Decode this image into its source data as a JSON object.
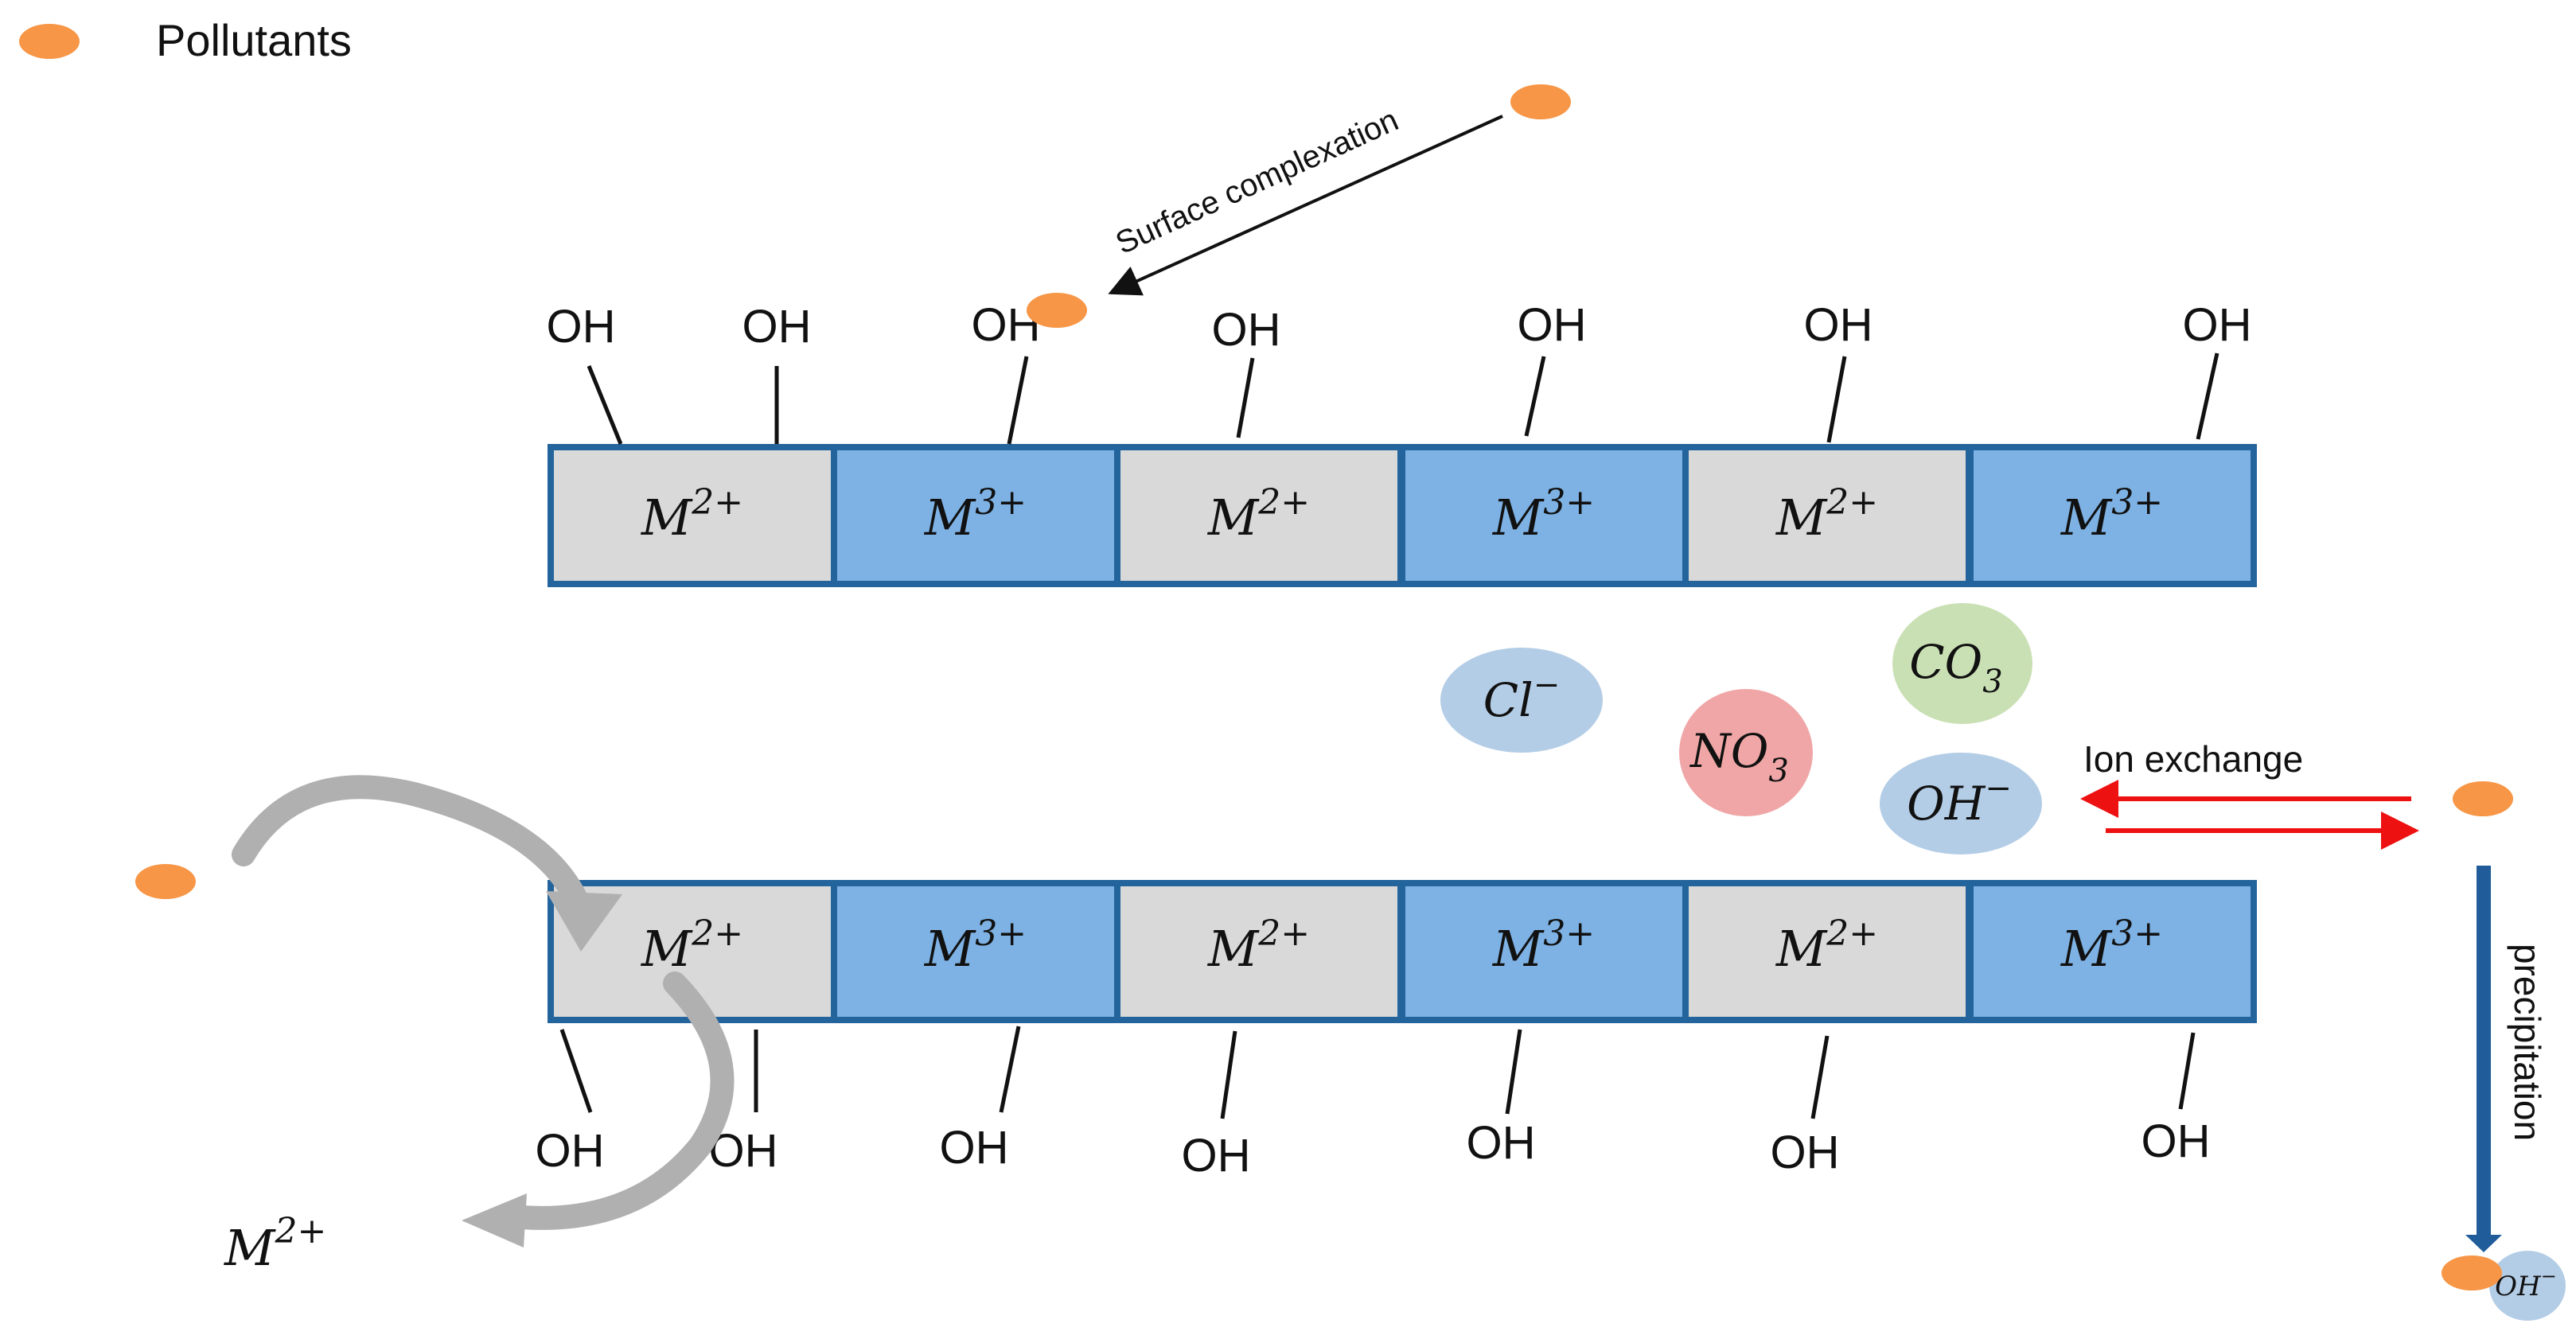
{
  "legend": {
    "label": "Pollutants"
  },
  "labels": {
    "surface_complexation": "Surface complexation",
    "ion_exchange": "Ion exchange",
    "precipitation": "precipitation",
    "released_ion": {
      "base": "M",
      "sup": "2+"
    }
  },
  "layers": {
    "top": {
      "cells": [
        {
          "base": "M",
          "sup": "2+",
          "kind": "divalent"
        },
        {
          "base": "M",
          "sup": "3+",
          "kind": "trivalent"
        },
        {
          "base": "M",
          "sup": "2+",
          "kind": "divalent"
        },
        {
          "base": "M",
          "sup": "3+",
          "kind": "trivalent"
        },
        {
          "base": "M",
          "sup": "2+",
          "kind": "divalent"
        },
        {
          "base": "M",
          "sup": "3+",
          "kind": "trivalent"
        }
      ],
      "hydroxyls": [
        "OH",
        "OH",
        "OH",
        "OH",
        "OH",
        "OH",
        "OH"
      ]
    },
    "bottom": {
      "cells": [
        {
          "base": "M",
          "sup": "2+",
          "kind": "divalent"
        },
        {
          "base": "M",
          "sup": "3+",
          "kind": "trivalent"
        },
        {
          "base": "M",
          "sup": "2+",
          "kind": "divalent"
        },
        {
          "base": "M",
          "sup": "3+",
          "kind": "trivalent"
        },
        {
          "base": "M",
          "sup": "2+",
          "kind": "divalent"
        },
        {
          "base": "M",
          "sup": "3+",
          "kind": "trivalent"
        }
      ],
      "hydroxyls": [
        "OH",
        "OH",
        "OH",
        "OH",
        "OH",
        "OH",
        "OH"
      ]
    }
  },
  "interlayer_ions": {
    "chloride": {
      "base": "Cl",
      "sup": "−",
      "sub": ""
    },
    "nitrate": {
      "base": "NO",
      "sup": "",
      "sub": "3"
    },
    "carbonate": {
      "base": "CO",
      "sup": "",
      "sub": "3"
    },
    "hydroxide": {
      "base": "OH",
      "sup": "−",
      "sub": ""
    }
  },
  "precipitate": {
    "base": "OH",
    "sup": "−"
  },
  "colors": {
    "pollutant": "#F79646",
    "divalent_cell": "#D9D9D9",
    "trivalent_cell": "#7EB2E4",
    "cell_border": "#23649C",
    "chloride": "#B4CDE6",
    "nitrate": "#F0A6A6",
    "carbonate": "#C9E0B4",
    "hydroxide": "#B4CDE6",
    "ion_exchange_arrow": "#EE1111",
    "precipitation_arrow": "#1F5C99",
    "curved_arrow": "#B0B0B0"
  }
}
